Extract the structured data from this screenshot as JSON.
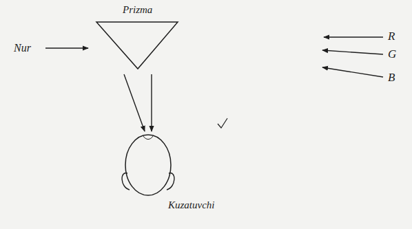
{
  "diagram": {
    "nodes": [
      {
        "text": [
          "Prizma"
        ]
      },
      {
        "text": [
          "Kuzatuvchi"
        ]
      }
    ],
    "edges": [
      {
        "from": 0,
        "to": 1,
        "arrow": "to"
      },
      {
        "from": 0,
        "to": 1,
        "arrow": "to"
      }
    ],
    "labels": [
      "Nur",
      "R",
      "G",
      "B"
    ]
  }
}
